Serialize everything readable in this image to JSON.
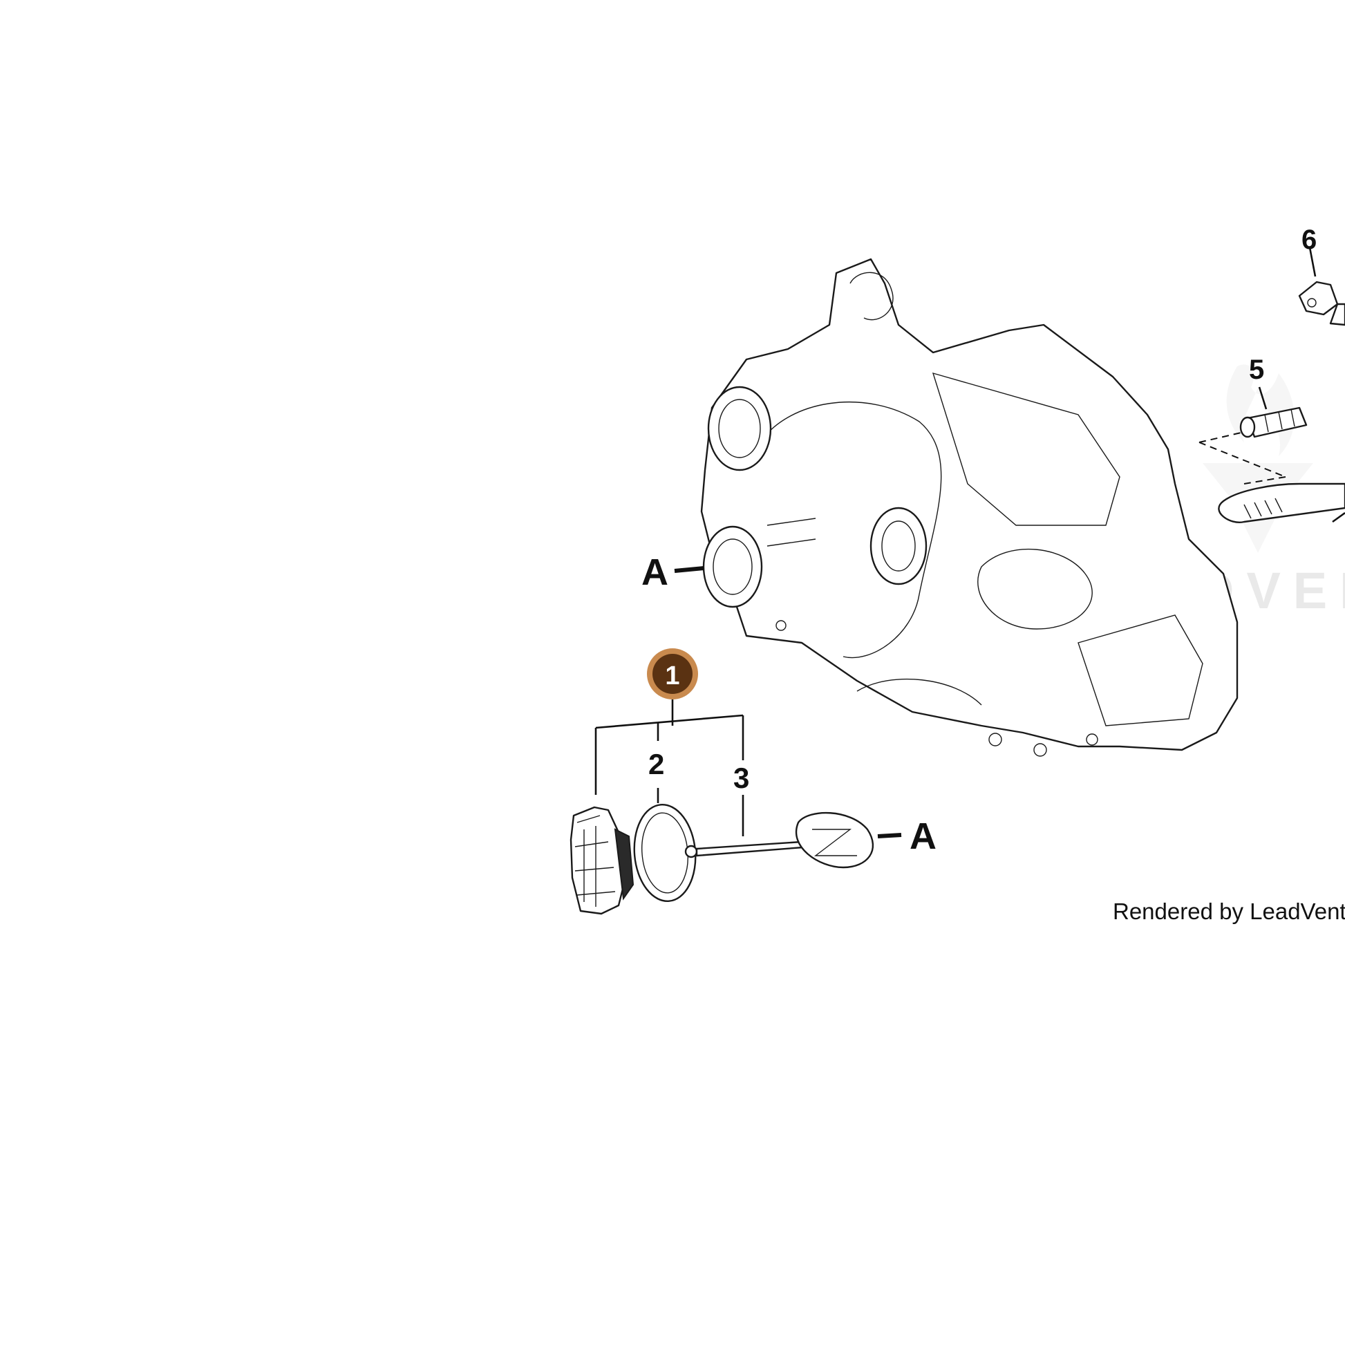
{
  "callouts": {
    "c1": "1",
    "c2": "2",
    "c3": "3",
    "c5": "5",
    "c6": "6",
    "ref_a_left": "A",
    "ref_a_right": "A"
  },
  "credit": "Rendered by LeadVenture",
  "watermark": "LEADVENTURE",
  "colors": {
    "highlight_fill": "#5a3212",
    "highlight_ring": "#c98a4e",
    "ink": "#111111"
  }
}
